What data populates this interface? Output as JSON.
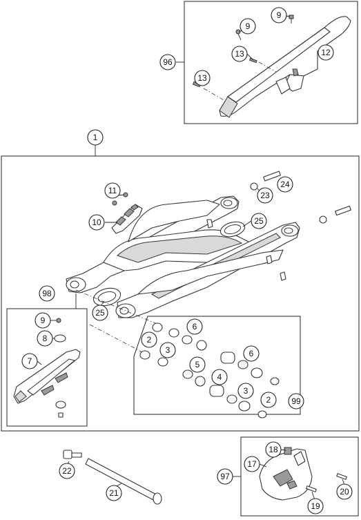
{
  "callouts": {
    "c1": "1",
    "c2a": "2",
    "c2b": "2",
    "c3a": "3",
    "c3b": "3",
    "c4": "4",
    "c5": "5",
    "c6a": "6",
    "c6b": "6",
    "c7": "7",
    "c8": "8",
    "c9a": "9",
    "c9b": "9",
    "c9c": "9",
    "c10": "10",
    "c11": "11",
    "c12": "12",
    "c13a": "13",
    "c13b": "13",
    "c17": "17",
    "c18": "18",
    "c19": "19",
    "c20": "20",
    "c21": "21",
    "c22": "22",
    "c23": "23",
    "c24": "24",
    "c25a": "25",
    "c25b": "25",
    "c96": "96",
    "c97": "97",
    "c98": "98",
    "c99": "99"
  }
}
